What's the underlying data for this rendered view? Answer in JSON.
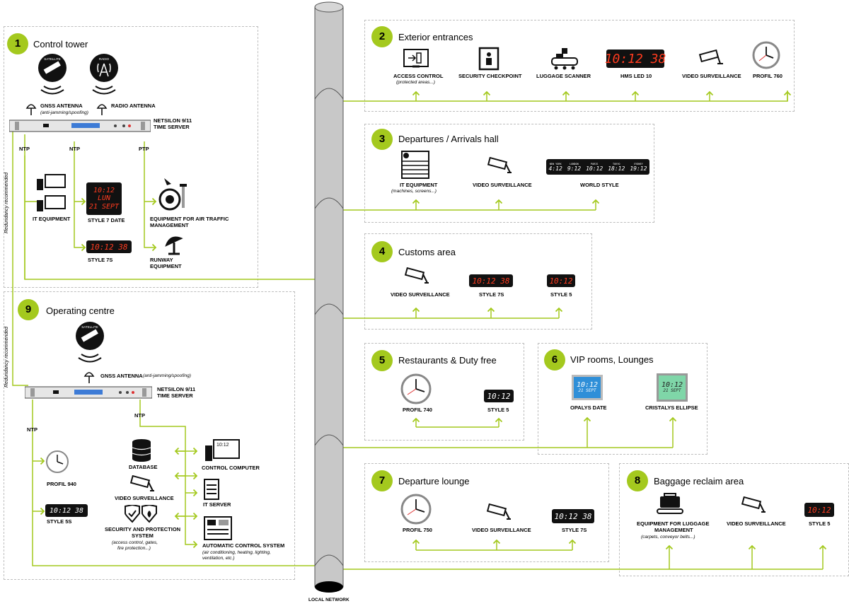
{
  "network_label": "LOCAL NETWORK",
  "redundancy_note": "Redundancy recommended",
  "zones": {
    "z1": {
      "num": "1",
      "title": "Control tower"
    },
    "z2": {
      "num": "2",
      "title": "Exterior entrances"
    },
    "z3": {
      "num": "3",
      "title": "Departures / Arrivals hall"
    },
    "z4": {
      "num": "4",
      "title": "Customs area"
    },
    "z5": {
      "num": "5",
      "title": "Restaurants & Duty free"
    },
    "z6": {
      "num": "6",
      "title": "VIP rooms, Lounges"
    },
    "z7": {
      "num": "7",
      "title": "Departure lounge"
    },
    "z8": {
      "num": "8",
      "title": "Baggage reclaim area"
    },
    "z9": {
      "num": "9",
      "title": "Operating centre"
    }
  },
  "tower": {
    "satellite_icon": "SATELLITE",
    "radio_icon": "RADIO",
    "gnss": "GNSS ANTENNA",
    "gnss_sub": "(anti-jamming/spoofing)",
    "radio": "RADIO ANTENNA",
    "server_1": "NETSILON 9/11",
    "server_2": "TIME SERVER",
    "ntp1": "NTP",
    "ntp2": "NTP",
    "ptp": "PTP",
    "it": "IT EQUIPMENT",
    "style7date": "STYLE 7 DATE",
    "style7date_l1": "10:12",
    "style7date_l2": "LUN",
    "style7date_l3": "21 SEPT",
    "style7s": "STYLE 7S",
    "style7s_disp": "10:12 38",
    "atm_1": "EQUIPMENT FOR AIR TRAFFIC",
    "atm_2": "MANAGEMENT",
    "runway_1": "RUNWAY",
    "runway_2": "EQUIPMENT"
  },
  "exterior": {
    "access": "ACCESS CONTROL",
    "access_sub": "(protected areas...)",
    "security": "SECURITY CHECKPOINT",
    "luggage": "LUGGAGE SCANNER",
    "hms": "HMS LED 10",
    "hms_disp": "10:12 38",
    "video": "VIDEO SURVEILLANCE",
    "profil760": "PROFIL 760"
  },
  "departures": {
    "it": "IT EQUIPMENT",
    "it_sub": "(machines, screens...)",
    "video": "VIDEO SURVEILLANCE",
    "world": "WORLD STYLE",
    "cities": [
      "NEW YORK",
      "LONDON",
      "PARIS",
      "TOKYO",
      "SYDNEY"
    ],
    "times": [
      "4:12",
      "9:12",
      "10:12",
      "18:12",
      "19:12"
    ]
  },
  "customs": {
    "video": "VIDEO SURVEILLANCE",
    "style7s": "STYLE 7S",
    "style7s_disp": "10:12 38",
    "style5": "STYLE 5",
    "style5_disp": "10:12"
  },
  "restaurants": {
    "profil740": "PROFIL 740",
    "style5": "STYLE 5",
    "style5_disp": "10:12"
  },
  "vip": {
    "opalys": "OPALYS DATE",
    "opalys_l1": "10:12",
    "opalys_l2": "21 SEPT",
    "cristalys": "CRISTALYS ELLIPSE",
    "cristalys_l1": "10:12",
    "cristalys_l2": "21 SEPT"
  },
  "lounge": {
    "profil750": "PROFIL 750",
    "video": "VIDEO SURVEILLANCE",
    "style7s": "STYLE 7S",
    "style7s_disp": "10:12 38"
  },
  "baggage": {
    "equip_1": "EQUIPMENT FOR LUGGAGE",
    "equip_2": "MANAGEMENT",
    "equip_sub": "(carpets, conveyor belts...)",
    "video": "VIDEO SURVEILLANCE",
    "style5": "STYLE 5",
    "style5_disp": "10:12"
  },
  "operating": {
    "satellite_icon": "SATELLITE",
    "gnss": "GNSS ANTENNA",
    "gnss_sub": "(anti-jamming/spoofing)",
    "server_1": "NETSILON 9/11",
    "server_2": "TIME SERVER",
    "ntp1": "NTP",
    "ntp2": "NTP",
    "profil940": "PROFIL 940",
    "style5s": "STYLE 5S",
    "style5s_disp": "10:12 38",
    "database": "DATABASE",
    "control": "CONTROL COMPUTER",
    "control_disp": "10:12",
    "video": "VIDEO SURVEILLANCE",
    "itserver": "IT SERVER",
    "sec_1": "SECURITY AND PROTECTION",
    "sec_2": "SYSTEM",
    "sec_sub_1": "(access control, gates,",
    "sec_sub_2": "fire protection...)",
    "auto": "AUTOMATIC CONTROL SYSTEM",
    "auto_sub_1": "(air conditioning, heating, lighting,",
    "auto_sub_2": "ventilation, etc.)"
  },
  "colors": {
    "accent": "#a4c91e",
    "led": "#ff3b1f",
    "zone_border": "#bdbdbd",
    "pipe": "#c8c8c8"
  }
}
